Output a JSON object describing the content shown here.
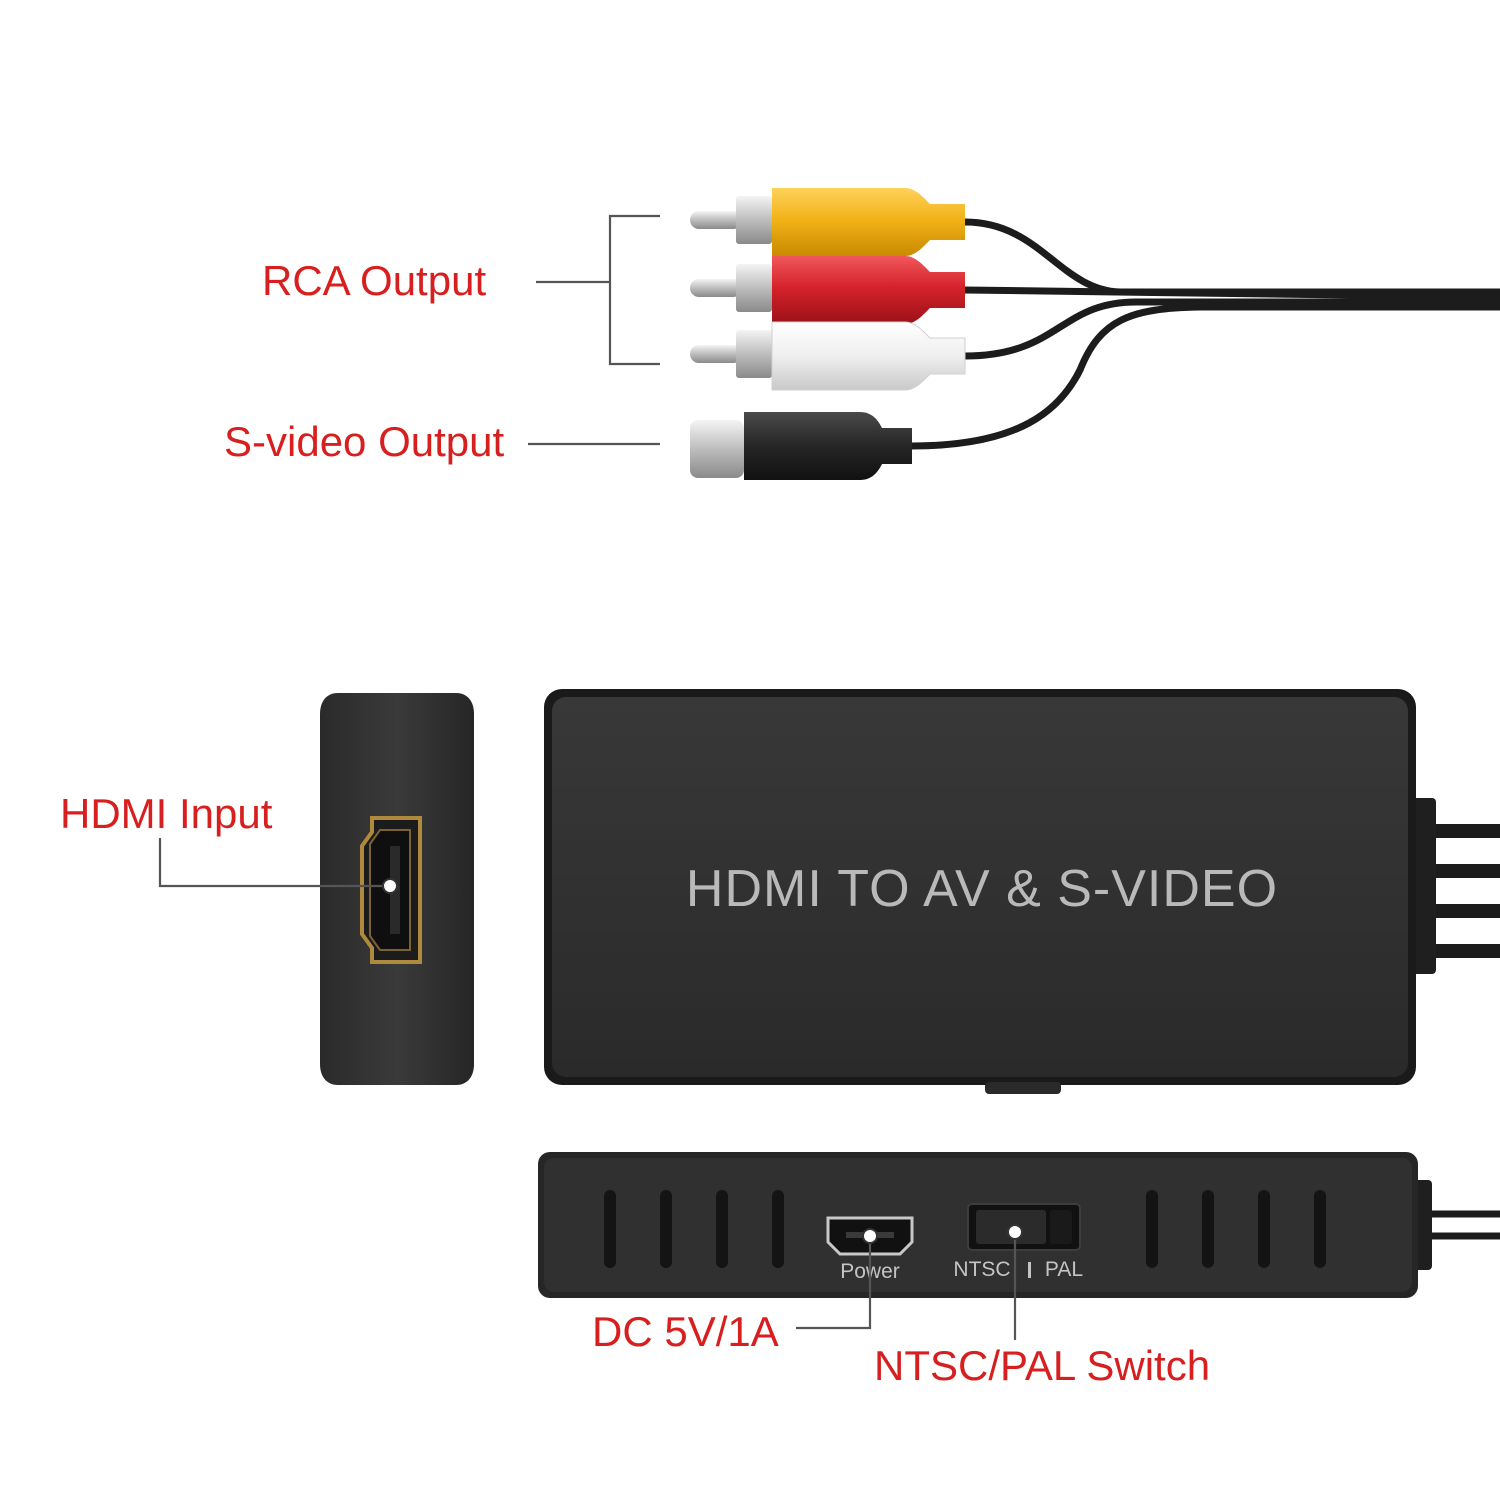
{
  "colors": {
    "callout_text": "#d81f1f",
    "leader_line": "#555555",
    "device_body": "#2f2f2f",
    "device_edge": "#1a1a1a",
    "device_text": "#b9b9b9",
    "cable": "#1c1c1c",
    "plug_yellow": "#f2b31a",
    "plug_red": "#d6232b",
    "plug_white": "#ececec",
    "plug_black": "#262626",
    "metal": "#d0d0d0",
    "gold": "#b08a3c"
  },
  "callouts": {
    "rca_output": "RCA Output",
    "svideo_output": "S-video Output",
    "hdmi_input": "HDMI Input",
    "dc_power": "DC 5V/1A",
    "ntsc_pal_switch": "NTSC/PAL Switch"
  },
  "device": {
    "title": "HDMI TO AV & S-VIDEO",
    "power_port_label": "Power",
    "switch_left_label": "NTSC",
    "switch_right_label": "PAL"
  },
  "icons": [
    "rca-plug-icon",
    "svideo-plug-icon",
    "hdmi-port-icon",
    "micro-hdmi-port-icon",
    "slide-switch-icon"
  ]
}
